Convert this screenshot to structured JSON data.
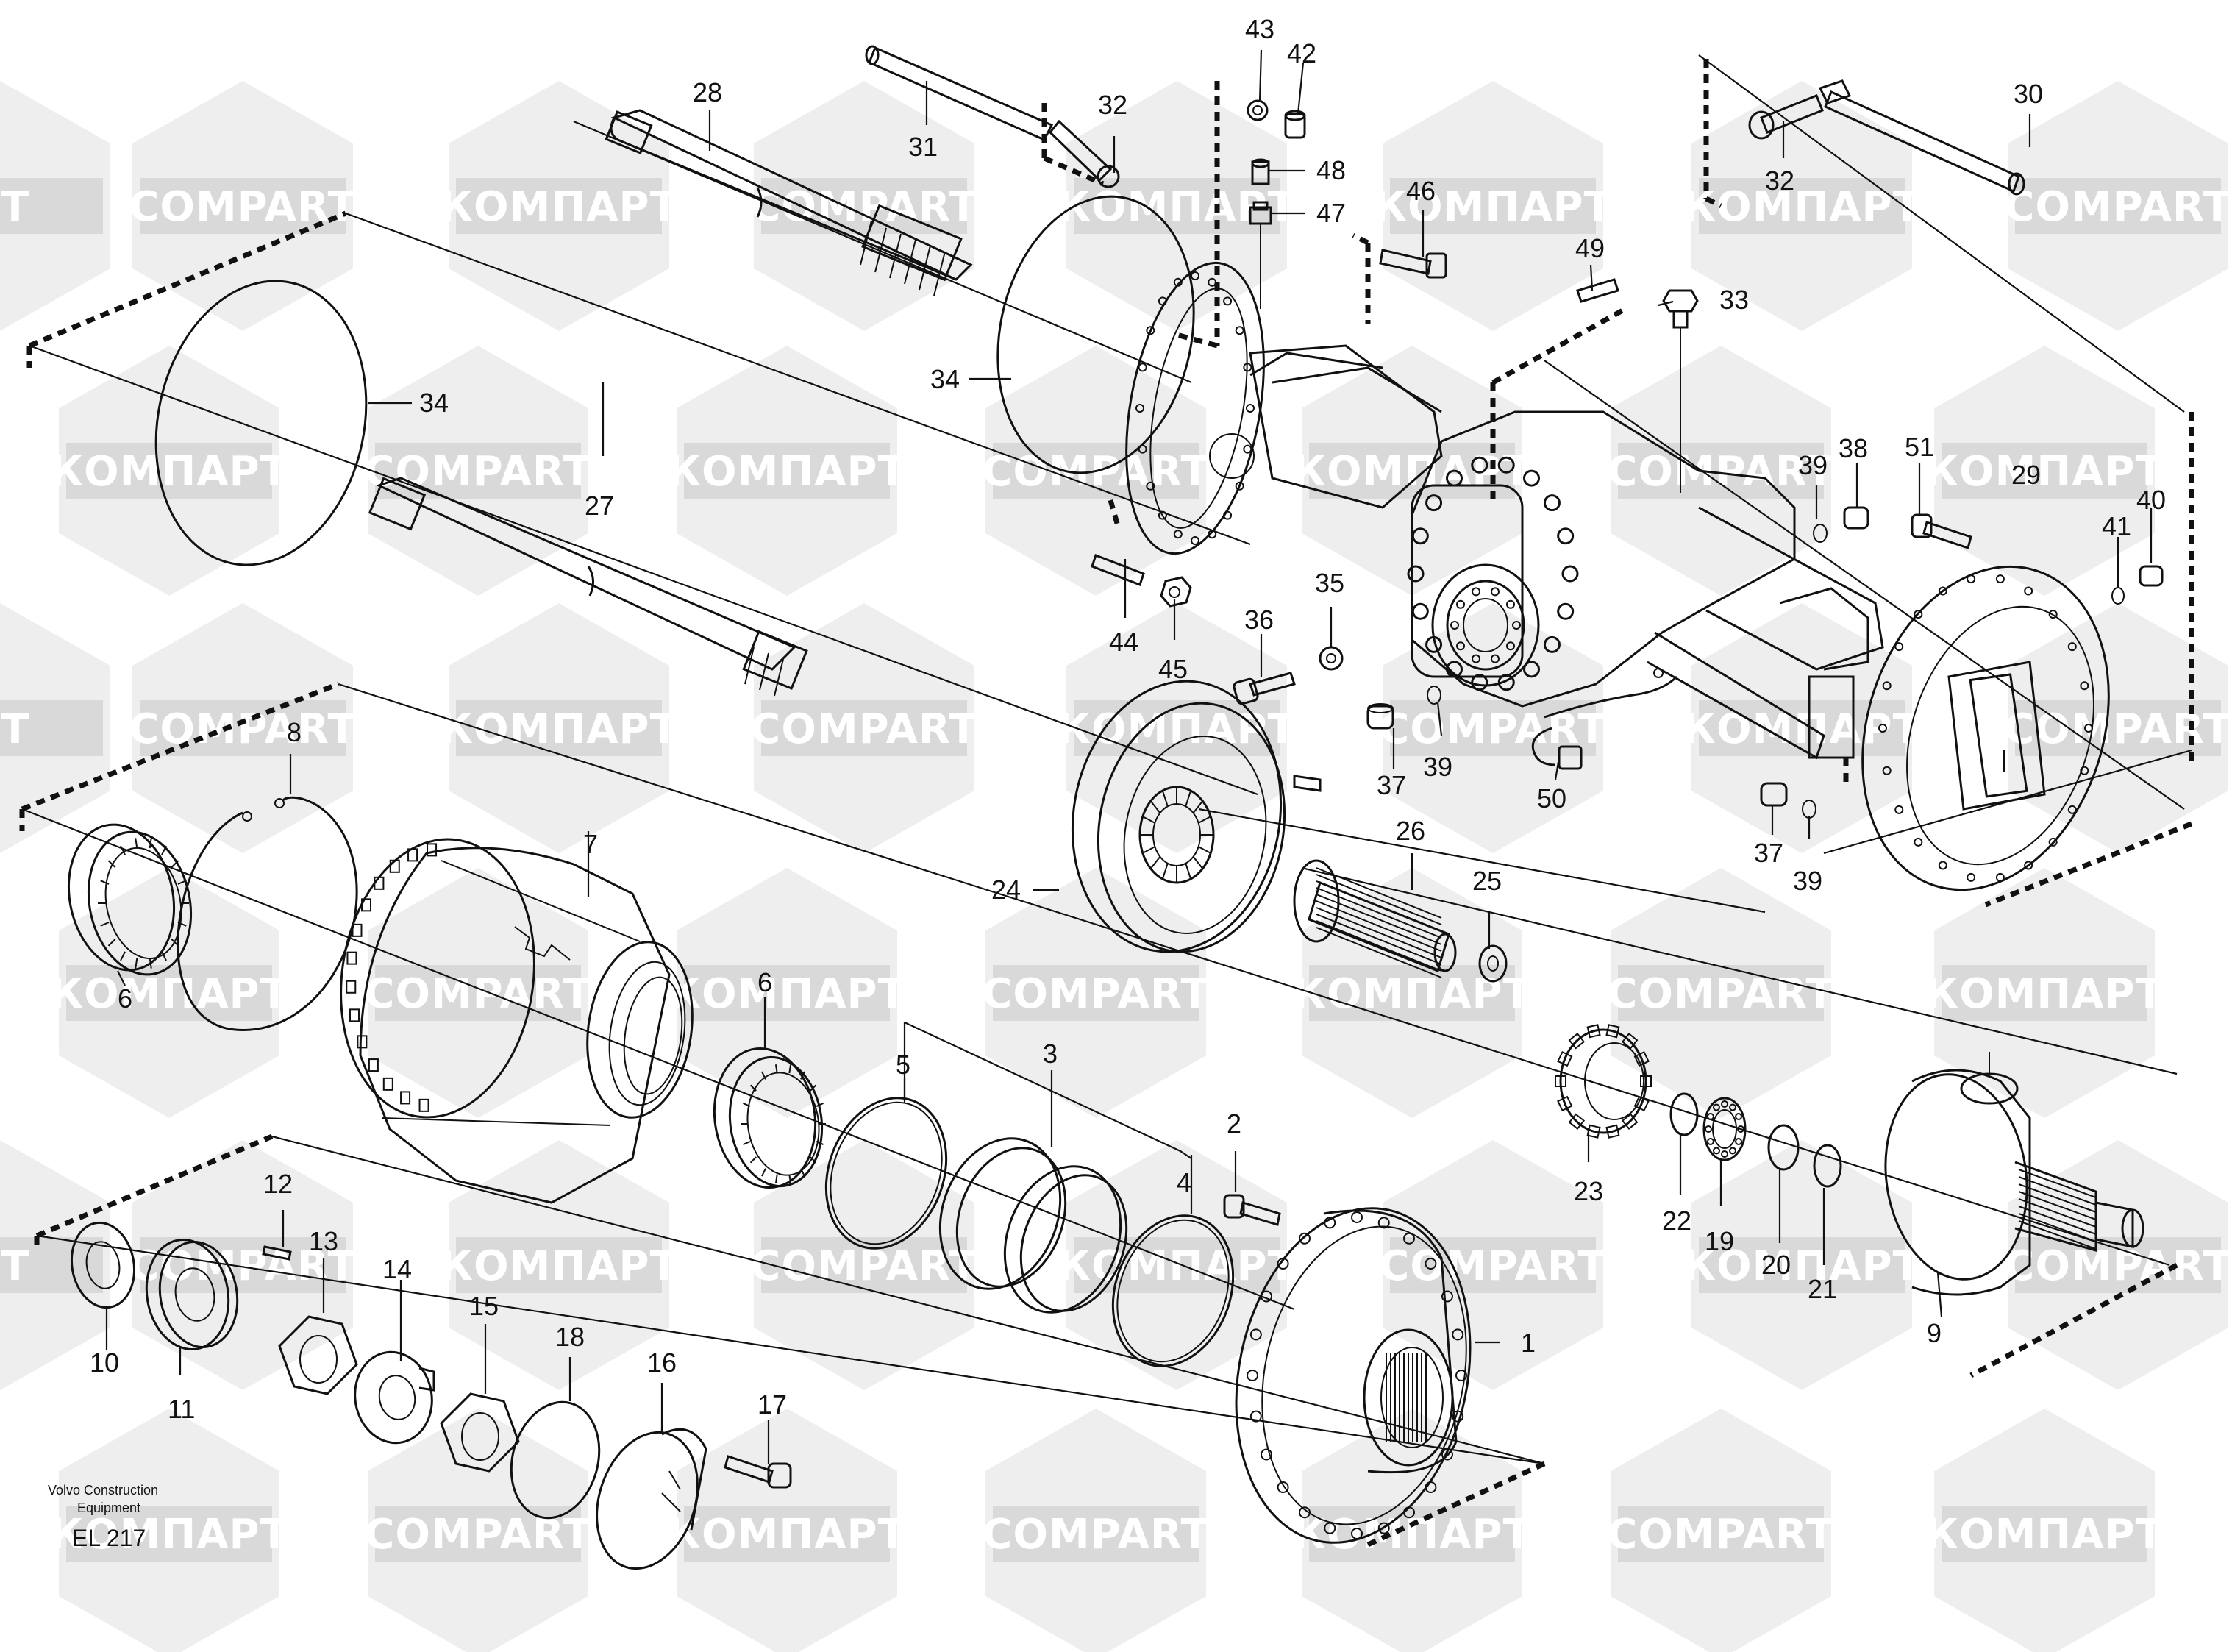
{
  "drawing": {
    "publisher": "Volvo Construction",
    "publisher_line2": "Equipment",
    "drawing_id": "EL 217"
  },
  "watermark": {
    "latin": "COMPART",
    "cyrillic": "КОМПАРТ",
    "partial": "PT",
    "color": "#d9d9d9"
  },
  "callouts": [
    {
      "label": "1"
    },
    {
      "label": "2"
    },
    {
      "label": "3"
    },
    {
      "label": "4"
    },
    {
      "label": "5"
    },
    {
      "label": "6"
    },
    {
      "label": "6"
    },
    {
      "label": "7"
    },
    {
      "label": "8"
    },
    {
      "label": "9"
    },
    {
      "label": "10"
    },
    {
      "label": "11"
    },
    {
      "label": "12"
    },
    {
      "label": "13"
    },
    {
      "label": "14"
    },
    {
      "label": "15"
    },
    {
      "label": "16"
    },
    {
      "label": "17"
    },
    {
      "label": "18"
    },
    {
      "label": "19"
    },
    {
      "label": "20"
    },
    {
      "label": "21"
    },
    {
      "label": "22"
    },
    {
      "label": "23"
    },
    {
      "label": "24"
    },
    {
      "label": "25"
    },
    {
      "label": "26"
    },
    {
      "label": "27"
    },
    {
      "label": "28"
    },
    {
      "label": "29"
    },
    {
      "label": "30"
    },
    {
      "label": "31"
    },
    {
      "label": "32"
    },
    {
      "label": "32"
    },
    {
      "label": "33"
    },
    {
      "label": "34"
    },
    {
      "label": "34"
    },
    {
      "label": "35"
    },
    {
      "label": "36"
    },
    {
      "label": "37"
    },
    {
      "label": "37"
    },
    {
      "label": "38"
    },
    {
      "label": "39"
    },
    {
      "label": "39"
    },
    {
      "label": "39"
    },
    {
      "label": "40"
    },
    {
      "label": "41"
    },
    {
      "label": "42"
    },
    {
      "label": "43"
    },
    {
      "label": "44"
    },
    {
      "label": "45"
    },
    {
      "label": "46"
    },
    {
      "label": "47"
    },
    {
      "label": "48"
    },
    {
      "label": "49"
    },
    {
      "label": "50"
    },
    {
      "label": "51"
    }
  ]
}
